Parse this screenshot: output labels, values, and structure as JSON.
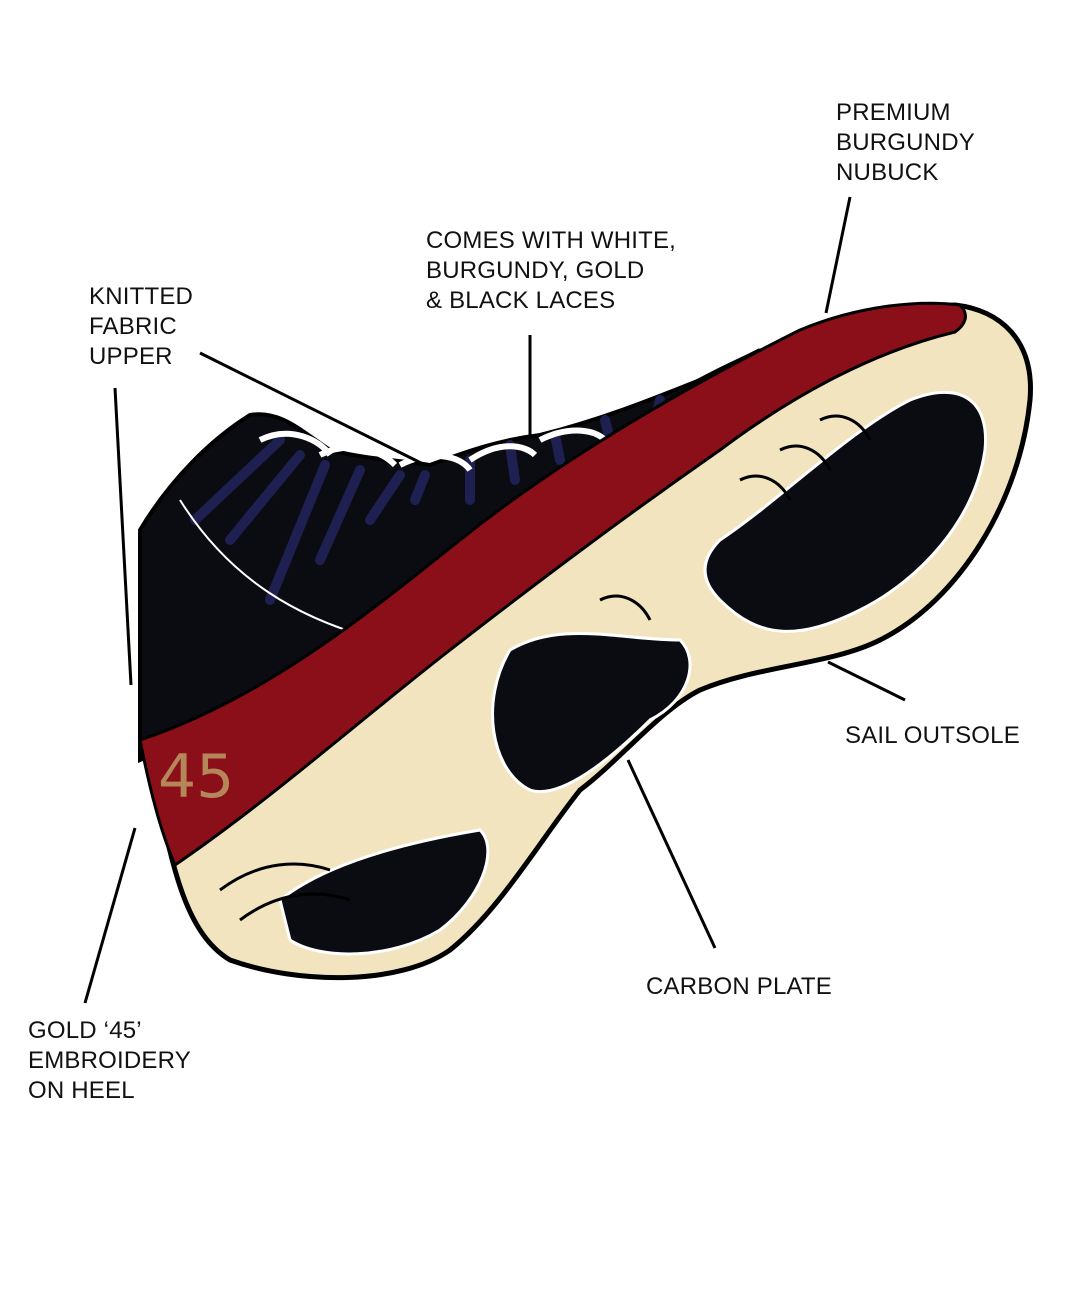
{
  "labels": {
    "nubuck": [
      "PREMIUM",
      "BURGUNDY",
      "NUBUCK"
    ],
    "laces": [
      "COMES WITH WHITE,",
      "BURGUNDY, GOLD",
      "& BLACK LACES"
    ],
    "upper": [
      "KNITTED",
      "FABRIC",
      "UPPER"
    ],
    "outsole": [
      "SAIL OUTSOLE"
    ],
    "plate": [
      "CARBON PLATE"
    ],
    "heel": [
      "GOLD ‘45’",
      "EMBROIDERY",
      "ON HEEL"
    ]
  },
  "heel_number": "45",
  "colors": {
    "burgundy": "#8a0f19",
    "sail": "#f1e4bf",
    "upper": "#0b0b12",
    "stripe": "#1d2050",
    "gold": "#b4865a"
  }
}
